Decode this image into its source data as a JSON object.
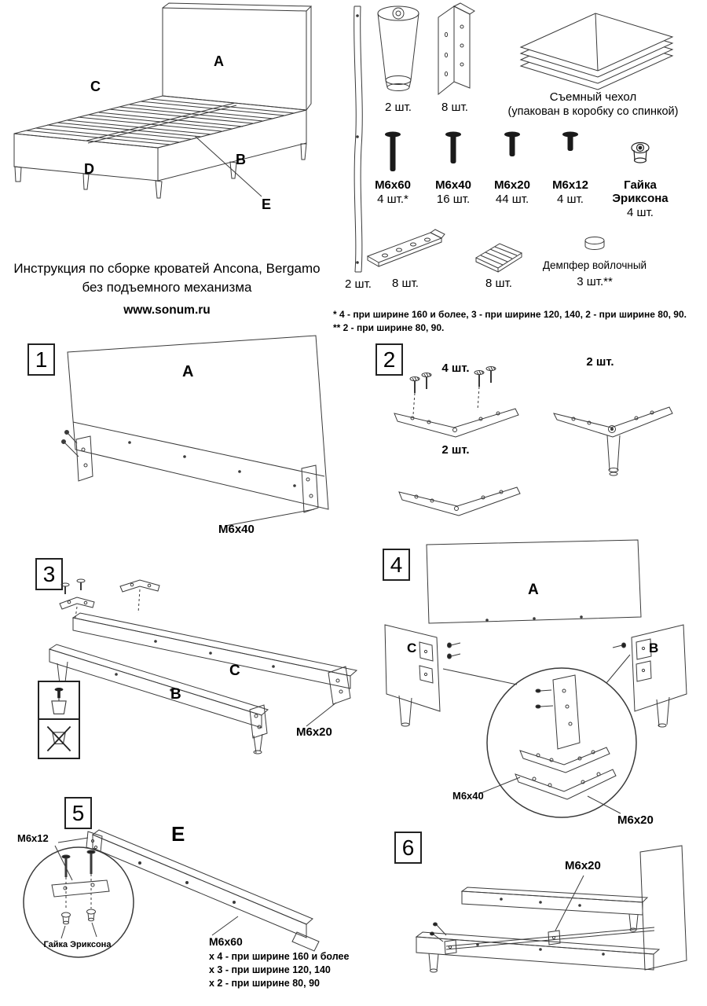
{
  "header": {
    "title_line1": "Инструкция по сборке кроватей Ancona, Bergamo",
    "title_line2": "без подъемного механизма",
    "website": "www.sonum.ru"
  },
  "overview": {
    "label_a": "A",
    "label_b": "B",
    "label_c": "C",
    "label_d": "D",
    "label_e": "E"
  },
  "parts": {
    "slat_qty": "2 шт.",
    "leg_qty": "2 шт.",
    "corner_bracket_qty": "8 шт.",
    "cover_name": "Съемный чехол",
    "cover_note": "(упакован в коробку со спинкой)",
    "bolts": [
      {
        "name": "М6х60",
        "qty": "4 шт.*"
      },
      {
        "name": "М6х40",
        "qty": "16 шт."
      },
      {
        "name": "М6х20",
        "qty": "44 шт."
      },
      {
        "name": "М6х12",
        "qty": "4 шт."
      },
      {
        "name": "Гайка Эриксона",
        "qty": "4 шт."
      }
    ],
    "flat_bracket_qty": "8 шт.",
    "corner_plate_qty": "8 шт.",
    "damper_name": "Демпфер войлочный",
    "damper_qty": "3 шт.**",
    "footnote1": "* 4 - при ширине 160 и более, 3 - при ширине 120, 140, 2 - при ширине 80, 90.",
    "footnote2": "** 2 - при ширине 80, 90."
  },
  "steps": {
    "s1": {
      "num": "1",
      "label_a": "A",
      "bolt": "М6х40"
    },
    "s2": {
      "num": "2",
      "qty_top": "4 шт.",
      "qty_right": "2 шт.",
      "qty_bottom": "2 шт."
    },
    "s3": {
      "num": "3",
      "label_b": "B",
      "label_c": "C",
      "bolt": "М6х20"
    },
    "s4": {
      "num": "4",
      "label_a": "A",
      "label_b": "B",
      "label_c": "C",
      "bolt1": "М6х40",
      "bolt2": "М6х20"
    },
    "s5": {
      "num": "5",
      "label_e": "E",
      "bolt_m6x12": "М6х12",
      "nut": "Гайка Эриксона",
      "bolt_m6x60": "М6х60",
      "note1": "х 4 - при ширине 160 и более",
      "note2": "х 3 - при ширине 120, 140",
      "note3": "х 2 - при ширине 80, 90"
    },
    "s6": {
      "num": "6",
      "bolt": "М6х20"
    }
  }
}
